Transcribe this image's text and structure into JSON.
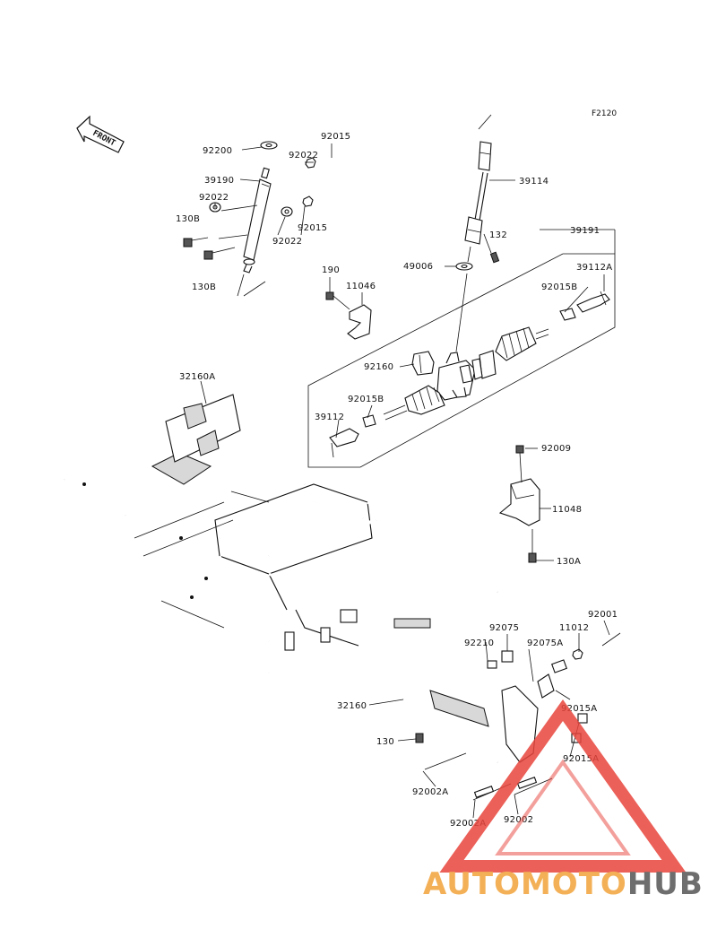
{
  "diagram": {
    "reference_code": "F2120",
    "front_marker": "FRONT",
    "callouts": [
      {
        "id": "92200",
        "text": "92200"
      },
      {
        "id": "92015-top",
        "text": "92015"
      },
      {
        "id": "92022-top",
        "text": "92022"
      },
      {
        "id": "39190",
        "text": "39190"
      },
      {
        "id": "92022-left",
        "text": "92022"
      },
      {
        "id": "130B-1",
        "text": "130B"
      },
      {
        "id": "92015-mid",
        "text": "92015"
      },
      {
        "id": "92022-low",
        "text": "92022"
      },
      {
        "id": "130B-2",
        "text": "130B"
      },
      {
        "id": "39114",
        "text": "39114"
      },
      {
        "id": "132",
        "text": "132"
      },
      {
        "id": "39191",
        "text": "39191"
      },
      {
        "id": "49006",
        "text": "49006"
      },
      {
        "id": "190",
        "text": "190"
      },
      {
        "id": "11046",
        "text": "11046"
      },
      {
        "id": "39112A",
        "text": "39112A"
      },
      {
        "id": "92015B-right",
        "text": "92015B"
      },
      {
        "id": "92160",
        "text": "92160"
      },
      {
        "id": "92015B-left",
        "text": "92015B"
      },
      {
        "id": "39112",
        "text": "39112"
      },
      {
        "id": "32160A",
        "text": "32160A"
      },
      {
        "id": "92009",
        "text": "92009"
      },
      {
        "id": "11048",
        "text": "11048"
      },
      {
        "id": "130A",
        "text": "130A"
      },
      {
        "id": "92075",
        "text": "92075"
      },
      {
        "id": "11012",
        "text": "11012"
      },
      {
        "id": "92001",
        "text": "92001"
      },
      {
        "id": "92210",
        "text": "92210"
      },
      {
        "id": "92075A",
        "text": "92075A"
      },
      {
        "id": "32160",
        "text": "32160"
      },
      {
        "id": "92015A-1",
        "text": "92015A"
      },
      {
        "id": "130",
        "text": "130"
      },
      {
        "id": "92015A-2",
        "text": "92015A"
      },
      {
        "id": "92002A-1",
        "text": "92002A"
      },
      {
        "id": "92002A-2",
        "text": "92002A"
      },
      {
        "id": "92002",
        "text": "92002"
      }
    ]
  },
  "watermark": {
    "word_part1": "AUTOMOTO",
    "word_part2": "HUB",
    "color_primary": "#e8453c",
    "color_secondary": "#f2a33a",
    "color_dark": "#555555"
  },
  "colors": {
    "line": "#111111",
    "background": "#ffffff"
  }
}
